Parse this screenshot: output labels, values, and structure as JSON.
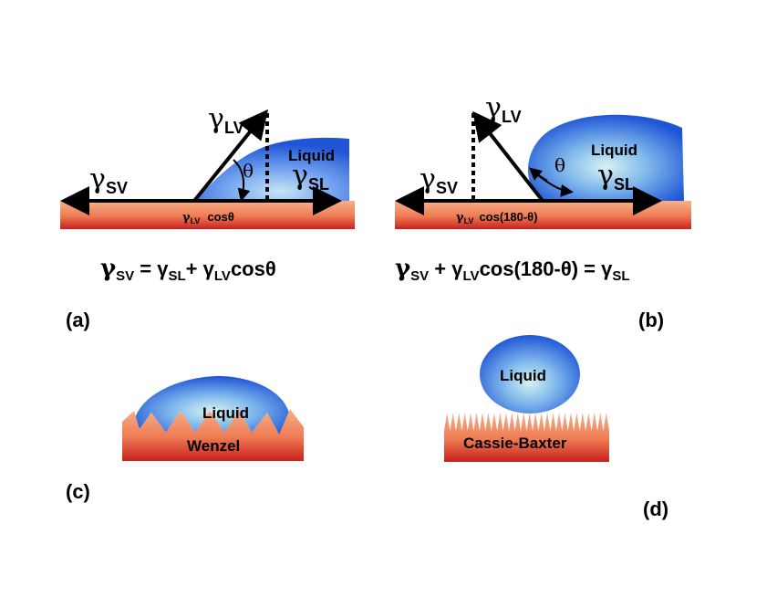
{
  "panel_a": {
    "gamma_sv": "γ",
    "gamma_sv_sub": "SV",
    "gamma_lv": "γ",
    "gamma_lv_sub": "LV",
    "gamma_sl": "γ",
    "gamma_sl_sub": "SL",
    "theta": "θ",
    "liquid": "Liquid",
    "proj_gamma": "γ",
    "proj_gamma_sub": "LV",
    "proj_cos": "cosθ",
    "eq_1": "γ",
    "eq_1_sub": "SV",
    "eq_2": " = γ",
    "eq_2_sub": "SL",
    "eq_3": "+ γ",
    "eq_3_sub": "LV",
    "eq_4": "cosθ",
    "tag": "(a)"
  },
  "panel_b": {
    "gamma_sv": "γ",
    "gamma_sv_sub": "SV",
    "gamma_lv": "γ",
    "gamma_lv_sub": "LV",
    "gamma_sl": "γ",
    "gamma_sl_sub": "SL",
    "theta": "θ",
    "liquid": "Liquid",
    "proj_gamma": "γ",
    "proj_gamma_sub": "LV",
    "proj_cos": "cos(180-θ)",
    "eq_1": "γ",
    "eq_1_sub": "SV",
    "eq_2": " + γ",
    "eq_2_sub": "LV",
    "eq_3": "cos(180-θ) = γ",
    "eq_3_sub": "SL",
    "tag": "(b)"
  },
  "panel_c": {
    "liquid": "Liquid",
    "label": "Wenzel",
    "tag": "(c)"
  },
  "panel_d": {
    "liquid": "Liquid",
    "label": "Cassie-Baxter",
    "tag": "(d)"
  },
  "colors": {
    "substrate_top": "#f4a07a",
    "substrate_bottom": "#c8201e",
    "liquid_center": "#cfeff0",
    "liquid_edge": "#1f5ad8"
  }
}
